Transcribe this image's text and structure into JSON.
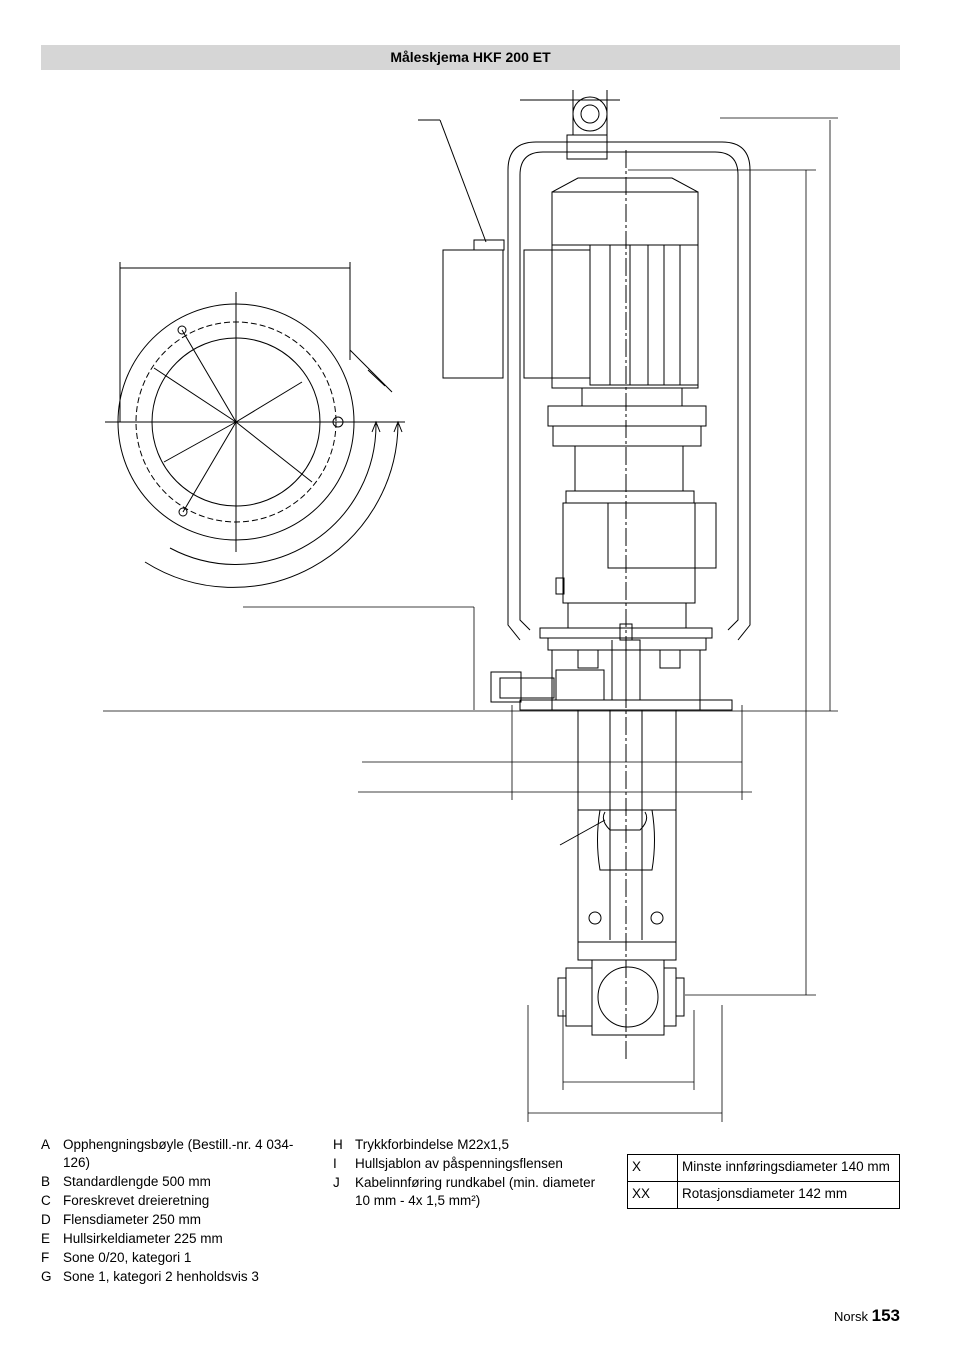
{
  "title": "Måleskjema HKF 200 ET",
  "legend_left": [
    {
      "key": "A",
      "text": "Opphengningsbøyle (Bestill.-nr. 4 034-126)"
    },
    {
      "key": "B",
      "text": "Standardlengde 500 mm"
    },
    {
      "key": "C",
      "text": "Foreskrevet dreieretning"
    },
    {
      "key": "D",
      "text": "Flensdiameter 250 mm"
    },
    {
      "key": "E",
      "text": "Hullsirkeldiameter 225 mm"
    },
    {
      "key": "F",
      "text": "Sone 0/20, kategori 1"
    },
    {
      "key": "G",
      "text": "Sone 1, kategori 2 henholdsvis 3"
    }
  ],
  "legend_mid": [
    {
      "key": "H",
      "text": "Trykkforbindelse M22x1,5"
    },
    {
      "key": "I",
      "text": "Hullsjablon av påspenningsflensen"
    },
    {
      "key": "J",
      "text": "Kabelinnføring rundkabel (min. diameter 10 mm - 4x 1,5 mm²)"
    }
  ],
  "table": [
    {
      "key": "X",
      "text": "Minste innføringsdiameter 140 mm"
    },
    {
      "key": "XX",
      "text": "Rotasjonsdiameter 142 mm"
    }
  ],
  "footer": {
    "language": "Norsk",
    "page": "153"
  }
}
